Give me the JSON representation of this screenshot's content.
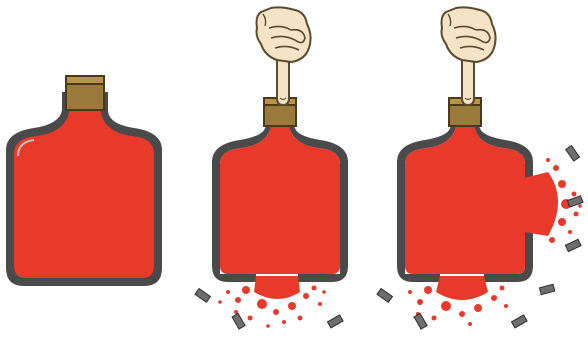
{
  "colors": {
    "liquid": "#e8392a",
    "liquid_dark": "#d42a1e",
    "glass": "#4a4a4a",
    "glass_highlight": "#bdbdbd",
    "cork": "#9a7a3a",
    "cork_top": "#b8944a",
    "fragment": "#6e6e6e",
    "skin": "#f4e3c4",
    "skin_outline": "#5a4a30",
    "background": "#ffffff"
  },
  "panels": [
    {
      "state": "intact",
      "pressure": false,
      "burst_bottom": false,
      "burst_side": false
    },
    {
      "state": "pressed",
      "pressure": true,
      "burst_bottom": true,
      "burst_side": false
    },
    {
      "state": "pressed",
      "pressure": true,
      "burst_bottom": true,
      "burst_side": true
    }
  ],
  "icons": [
    "finger-hand-icon",
    "glass-fragment-icon"
  ]
}
